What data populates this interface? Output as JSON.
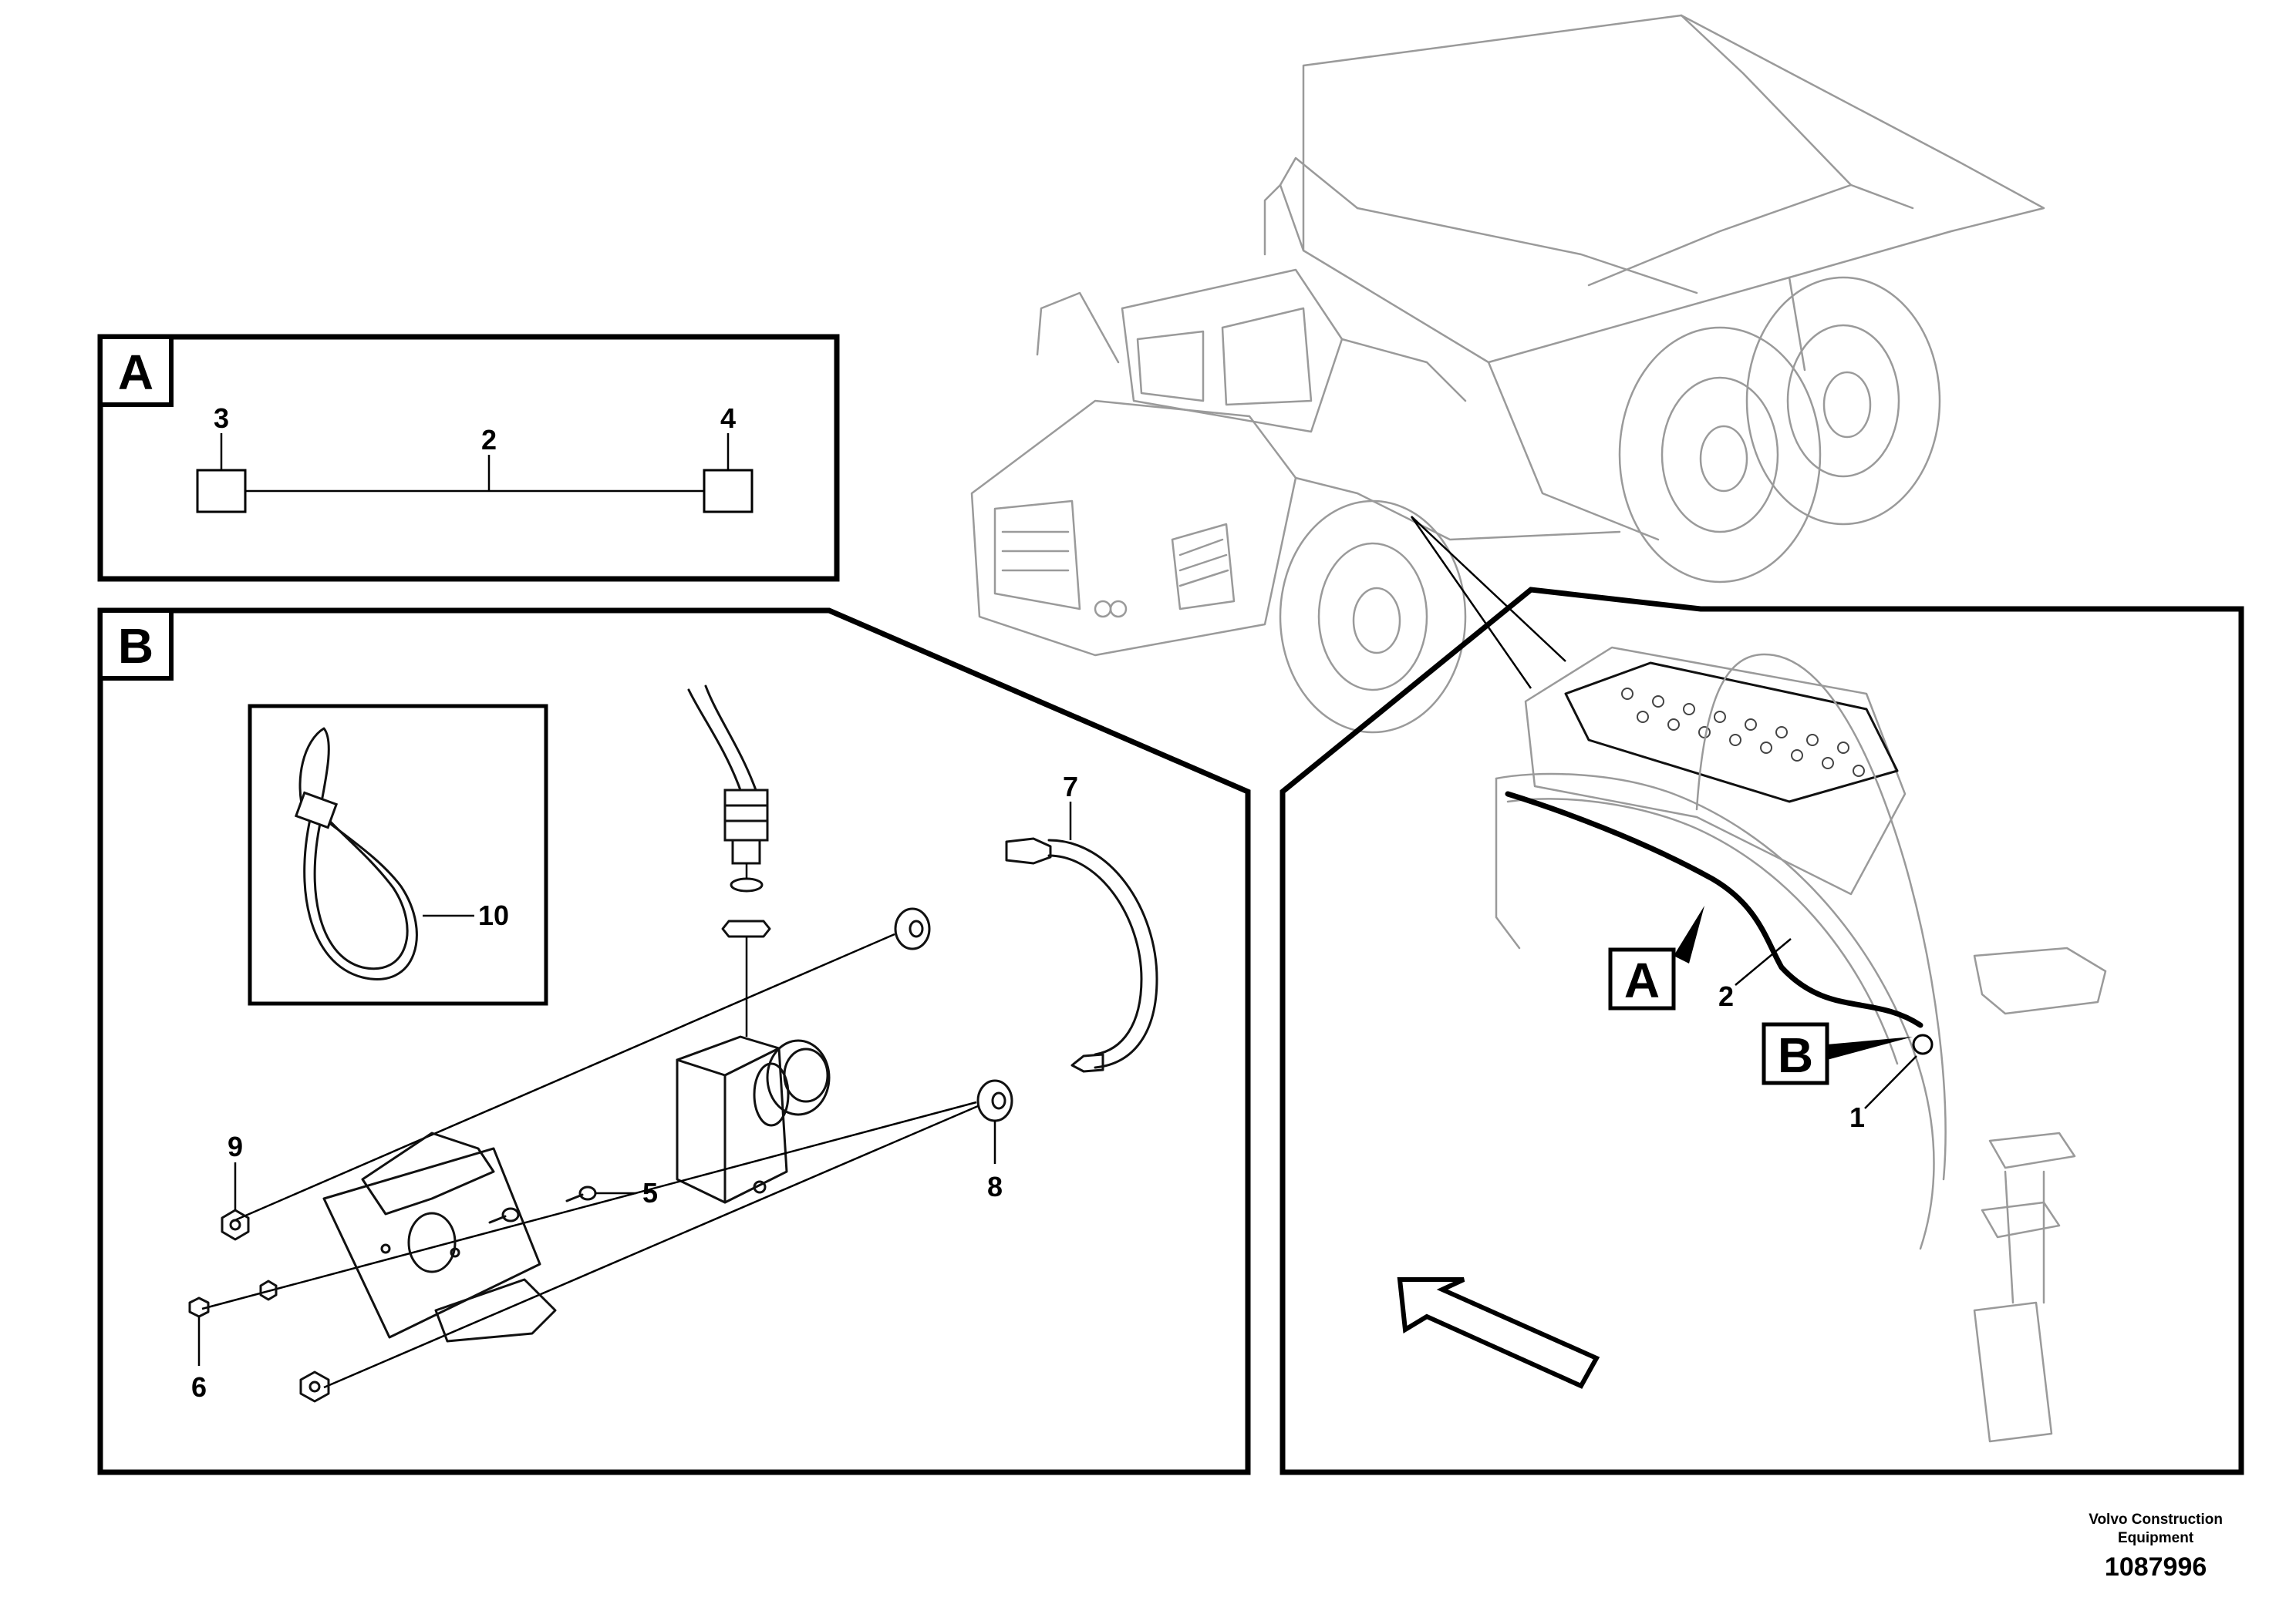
{
  "insets": {
    "A": {
      "letter": "A",
      "callouts": [
        "3",
        "2",
        "4"
      ]
    },
    "B": {
      "letter": "B",
      "callouts": [
        "7",
        "10",
        "5",
        "9",
        "8",
        "6"
      ]
    }
  },
  "detail_view": {
    "labels": {
      "A": "A",
      "B": "B"
    },
    "callouts": [
      "2",
      "1"
    ]
  },
  "footer": {
    "brand_line1": "Volvo Construction",
    "brand_line2": "Equipment",
    "doc_number": "1087996"
  }
}
